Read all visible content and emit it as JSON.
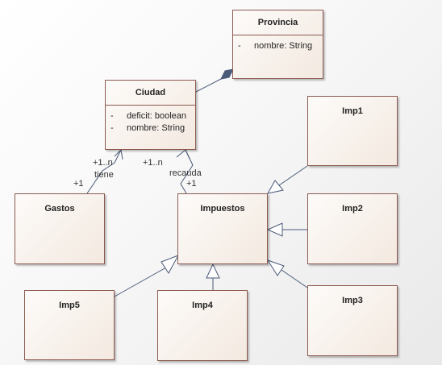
{
  "classes": {
    "provincia": {
      "name": "Provincia",
      "attributes": [
        {
          "visibility": "-",
          "text": "nombre: String"
        }
      ]
    },
    "ciudad": {
      "name": "Ciudad",
      "attributes": [
        {
          "visibility": "-",
          "text": "deficit: boolean"
        },
        {
          "visibility": "-",
          "text": "nombre: String"
        }
      ]
    },
    "gastos": {
      "name": "Gastos"
    },
    "impuestos": {
      "name": "Impuestos"
    },
    "imp1": {
      "name": "Imp1"
    },
    "imp2": {
      "name": "Imp2"
    },
    "imp3": {
      "name": "Imp3"
    },
    "imp4": {
      "name": "Imp4"
    },
    "imp5": {
      "name": "Imp5"
    }
  },
  "associations": {
    "tiene": {
      "name": "tiene",
      "source_mult": "+1",
      "target_mult": "+1..n"
    },
    "recauda": {
      "name": "recauda",
      "source_mult": "+1",
      "target_mult": "+1..n"
    }
  },
  "colors": {
    "border": "#8c5a50",
    "line": "#4a5a78",
    "fill": "#f3e9e0"
  }
}
